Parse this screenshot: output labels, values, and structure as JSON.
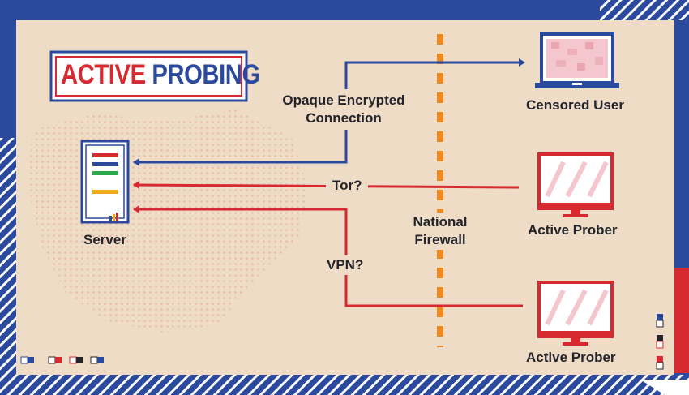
{
  "title": {
    "word1": "ACTIVE",
    "word2": "PROBING"
  },
  "labels": {
    "connection": "Opaque Encrypted\nConnection",
    "tor": "Tor?",
    "vpn": "VPN?",
    "firewall": "National\nFirewall",
    "server": "Server",
    "censored_user": "Censored User",
    "prober_1": "Active Prober",
    "prober_2": "Active Prober"
  },
  "colors": {
    "background": "#efdcc6",
    "frame": "#2b4a9e",
    "red": "#d62a30",
    "blue": "#2b4a9e",
    "firewall": "#f08a1c"
  },
  "icons": [
    "server-icon",
    "laptop-icon",
    "monitor-icon"
  ]
}
